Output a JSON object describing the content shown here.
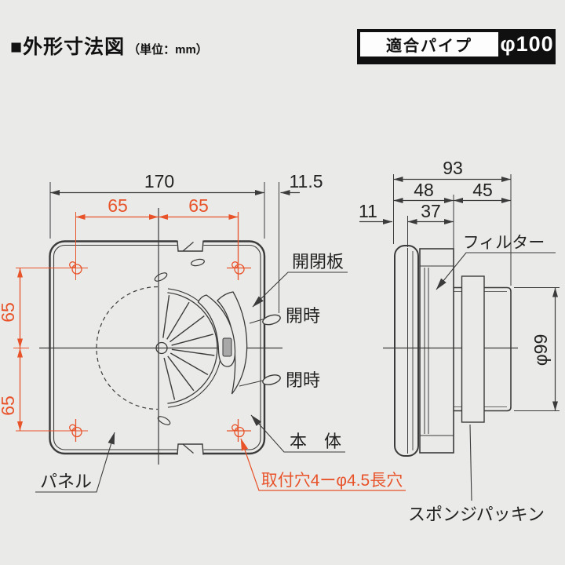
{
  "title": {
    "heading": "■外形寸法図",
    "unit": "（単位：mm）"
  },
  "badge": {
    "label": "適合パイプ",
    "value": "φ100"
  },
  "front_view": {
    "dim_width": "170",
    "dim_offset": "11.5",
    "dim_h1": "65",
    "dim_h2": "65",
    "dim_v1": "65",
    "dim_v2": "65",
    "label_shutter_plate": "開閉板",
    "label_open": "開時",
    "label_closed": "閉時",
    "label_body": "本　体",
    "label_panel": "パネル",
    "label_mount_holes": "取付穴4ーφ4.5長穴"
  },
  "side_view": {
    "dim_total": "93",
    "dim_front": "48",
    "dim_rear": "45",
    "dim_inner": "37",
    "dim_lip": "11",
    "dim_pipe": "φ99",
    "label_filter": "フィルター",
    "label_sponge": "スポンジパッキン"
  },
  "colors": {
    "accent_orange": "#e8532a",
    "line": "#3b3b3b",
    "background": "#eaeae8",
    "badge_bg": "#101010"
  }
}
